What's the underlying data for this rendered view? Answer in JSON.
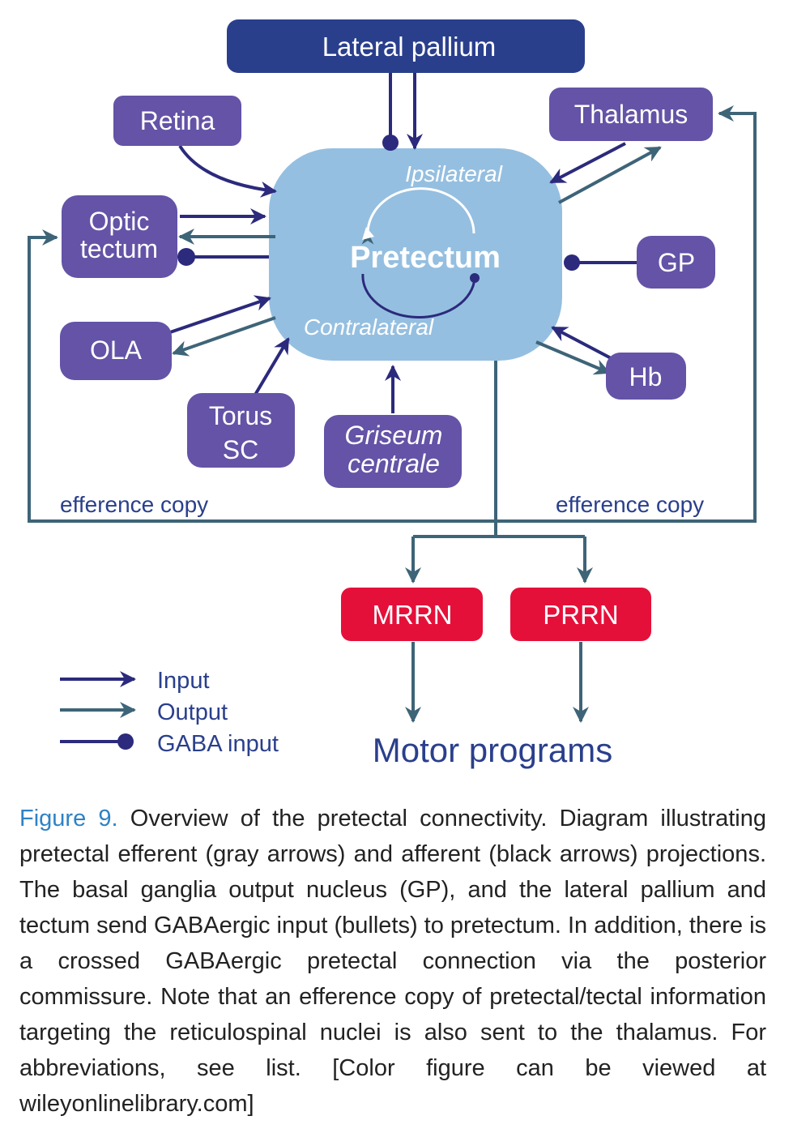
{
  "colors": {
    "input": "#2b2a7c",
    "output": "#3e6478",
    "node_purple": "#6453a6",
    "node_navy": "#2a3f8c",
    "node_red": "#e5103a",
    "pretectum": "#95bfe0",
    "caption_label": "#2e82c6",
    "caption_text": "#222222"
  },
  "nodes": {
    "lateral_pallium": "Lateral pallium",
    "retina": "Retina",
    "thalamus": "Thalamus",
    "optic_tectum_line1": "Optic",
    "optic_tectum_line2": "tectum",
    "gp": "GP",
    "ola": "OLA",
    "hb": "Hb",
    "torus_line1": "Torus",
    "torus_line2": "SC",
    "griseum_line1": "Griseum",
    "griseum_line2": "centrale",
    "mrrn": "MRRN",
    "prrn": "PRRN"
  },
  "pretectum": {
    "title": "Pretectum",
    "ipsilateral": "Ipsilateral",
    "contralateral": "Contralateral"
  },
  "labels": {
    "efference_left": "efference copy",
    "efference_right": "efference copy",
    "motor_programs": "Motor programs"
  },
  "legend": {
    "input": "Input",
    "output": "Output",
    "gaba": "GABA input"
  },
  "caption": {
    "label": "Figure 9.",
    "text": "Overview of the pretectal connectivity. Diagram illustrating pretectal efferent (gray arrows) and afferent (black arrows) projections. The basal ganglia output nucleus (GP), and the lateral pallium and tectum send GABAergic input (bullets) to pretectum. In addition, there is a crossed GABAergic pretectal connection via the posterior commissure. Note that an efference copy of pretectal/tectal information targeting the reticulospinal nuclei is also sent to the thalamus. For abbreviations, see list. [Color figure can be viewed at wileyonlinelibrary.com]"
  }
}
